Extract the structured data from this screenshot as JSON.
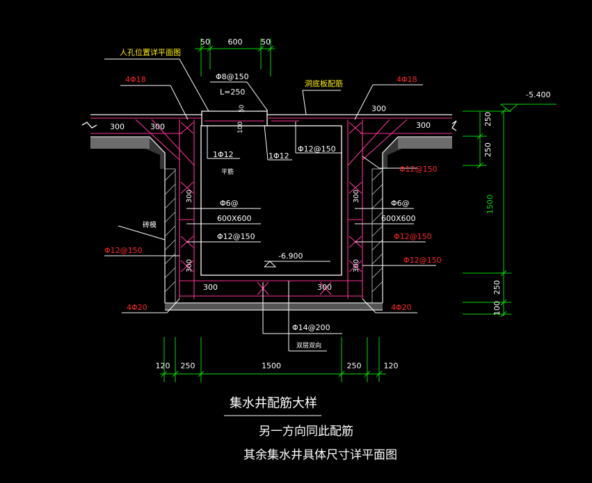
{
  "colors": {
    "background": "#000000",
    "outline": "#ffffff",
    "rebar": "#ff3399",
    "dimension": "#00dd00",
    "red_label": "#ff2a2a",
    "yellow_label": "#ffee00",
    "concrete": "#9a9a9a",
    "leader": "#ffffff"
  },
  "top_dims": {
    "d1": "50",
    "d2": "600",
    "d3": "50"
  },
  "labels": {
    "manhole_note": "人孔位置详平面图",
    "lid_rebar_note": "洞底板配筋",
    "rebar_4phi18_left": "4Φ18",
    "rebar_4phi18_right": "4Φ18",
    "phi8_150": "Φ8@150",
    "l_250": "L=250",
    "lid_dim_50": "50",
    "lid_dim_100": "100",
    "slab_300_left_a": "300",
    "slab_300_left_b": "300",
    "slab_300_right_a": "300",
    "slab_300_right_b": "300",
    "one_phi12_a": "1Φ12",
    "one_phi12_b": "1Φ12",
    "phi12_150_lid": "Φ12@150",
    "phi12_150_right_top": "Φ12@150",
    "brick_tag": "平筋",
    "brick_mold": "砖模",
    "left_300": "300",
    "right_300": "300",
    "phi6_left": "Φ6@",
    "phi6_left_b": "600X600",
    "phi6_right": "Φ6@",
    "phi6_right_b": "600X600",
    "phi12_150_mid": "Φ12@150",
    "phi12_150_left": "Φ12@150",
    "phi12_150_right_mid": "Φ12@150",
    "phi12_150_right_low": "Φ12@150",
    "left_300_low": "300",
    "right_300_low": "300",
    "elev_lower": "-6.900",
    "bottom_300_left": "300",
    "bottom_300_right": "300",
    "rebar_4phi20_left": "4Φ20",
    "rebar_4phi20_right": "4Φ20",
    "phi14_200": "Φ14@200",
    "bottom_note": "双层双向",
    "elev_top": "-5.400"
  },
  "right_dims": {
    "d1": "250",
    "d2": "250",
    "d3": "1500",
    "d4": "250",
    "d5": "100"
  },
  "bottom_dims": {
    "d1": "120",
    "d2": "250",
    "d3": "1500",
    "d4": "250",
    "d5": "120"
  },
  "title": "集水井配筋大样",
  "notes": {
    "line1": "另一方向同此配筋",
    "line2": "其余集水井具体尺寸详平面图"
  }
}
